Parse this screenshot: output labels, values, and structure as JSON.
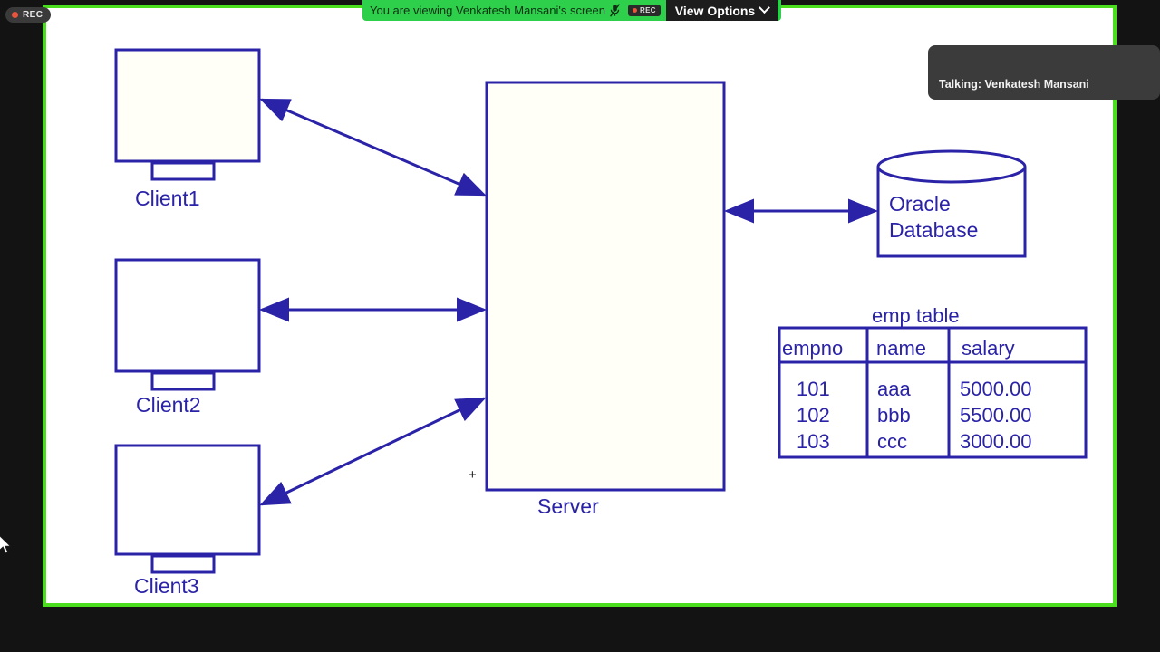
{
  "meeting": {
    "rec_badge": {
      "label": "REC",
      "icon": "record-dot-icon"
    },
    "banner": {
      "text": "You are viewing Venkatesh Mansani's screen",
      "mic_icon": "microphone-muted-icon",
      "rec_label": "REC",
      "view_options_label": "View Options",
      "chevron_icon": "chevron-down-icon",
      "green": "#2ecf4b"
    },
    "talking_overlay": {
      "text": "Talking: Venkatesh Mansani"
    },
    "share_border_color": "#4ade1f",
    "cursor_icon": "mouse-pointer-icon"
  },
  "diagram": {
    "ink_color": "#2a23a8",
    "fill_color": "#fffef7",
    "clients": [
      {
        "label": "Client1"
      },
      {
        "label": "Client2"
      },
      {
        "label": "Client3"
      }
    ],
    "server": {
      "label": "Server"
    },
    "database": {
      "line1": "Oracle",
      "line2": "Database"
    },
    "plus_marker": "+",
    "table": {
      "title": "emp table",
      "columns": [
        "empno",
        "name",
        "salary"
      ],
      "rows": [
        [
          "101",
          "aaa",
          "5000.00"
        ],
        [
          "102",
          "bbb",
          "5500.00"
        ],
        [
          "103",
          "ccc",
          "3000.00"
        ]
      ]
    }
  }
}
